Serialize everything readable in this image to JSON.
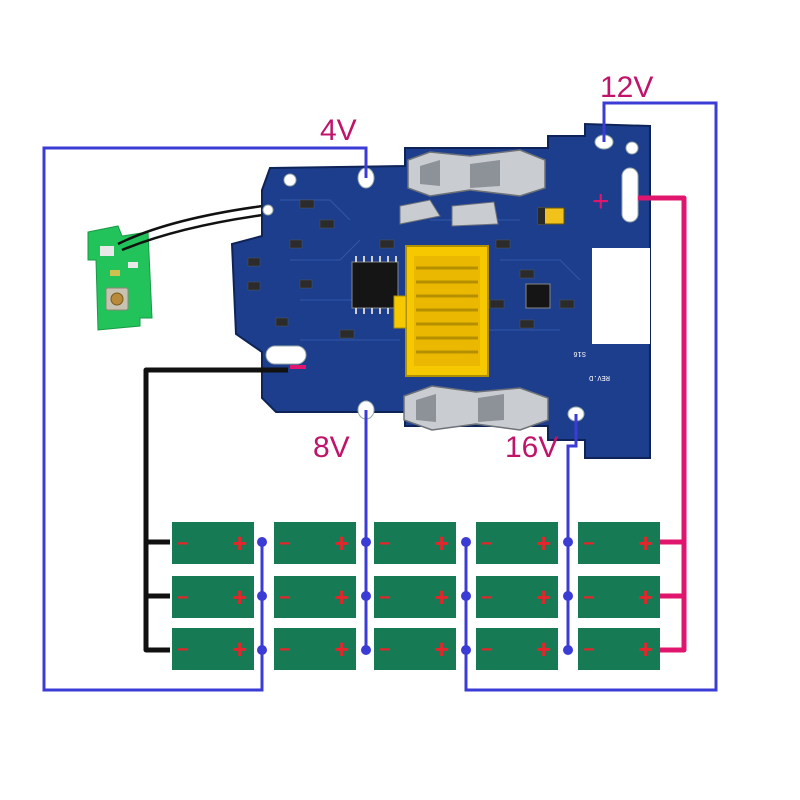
{
  "labels": {
    "v4": "4V",
    "v8": "8V",
    "v12": "12V",
    "v16": "16V"
  },
  "cells": {
    "rows": 3,
    "columns": 5,
    "positive_sign": "+",
    "negative_sign": "−"
  },
  "board": {
    "plus_sign": "+",
    "silk_text": [
      "S16",
      "REV.D"
    ]
  },
  "colors": {
    "label_text": "#c0146a",
    "wire_sense": "#3b3bd6",
    "wire_positive": "#e0166e",
    "wire_negative": "#111111",
    "cell_fill": "#167a55",
    "cell_sign": "#e3262b",
    "pcb_blue": "#1d3e8c",
    "connector_yellow": "#f5c800",
    "led_board_green": "#22c35a"
  }
}
